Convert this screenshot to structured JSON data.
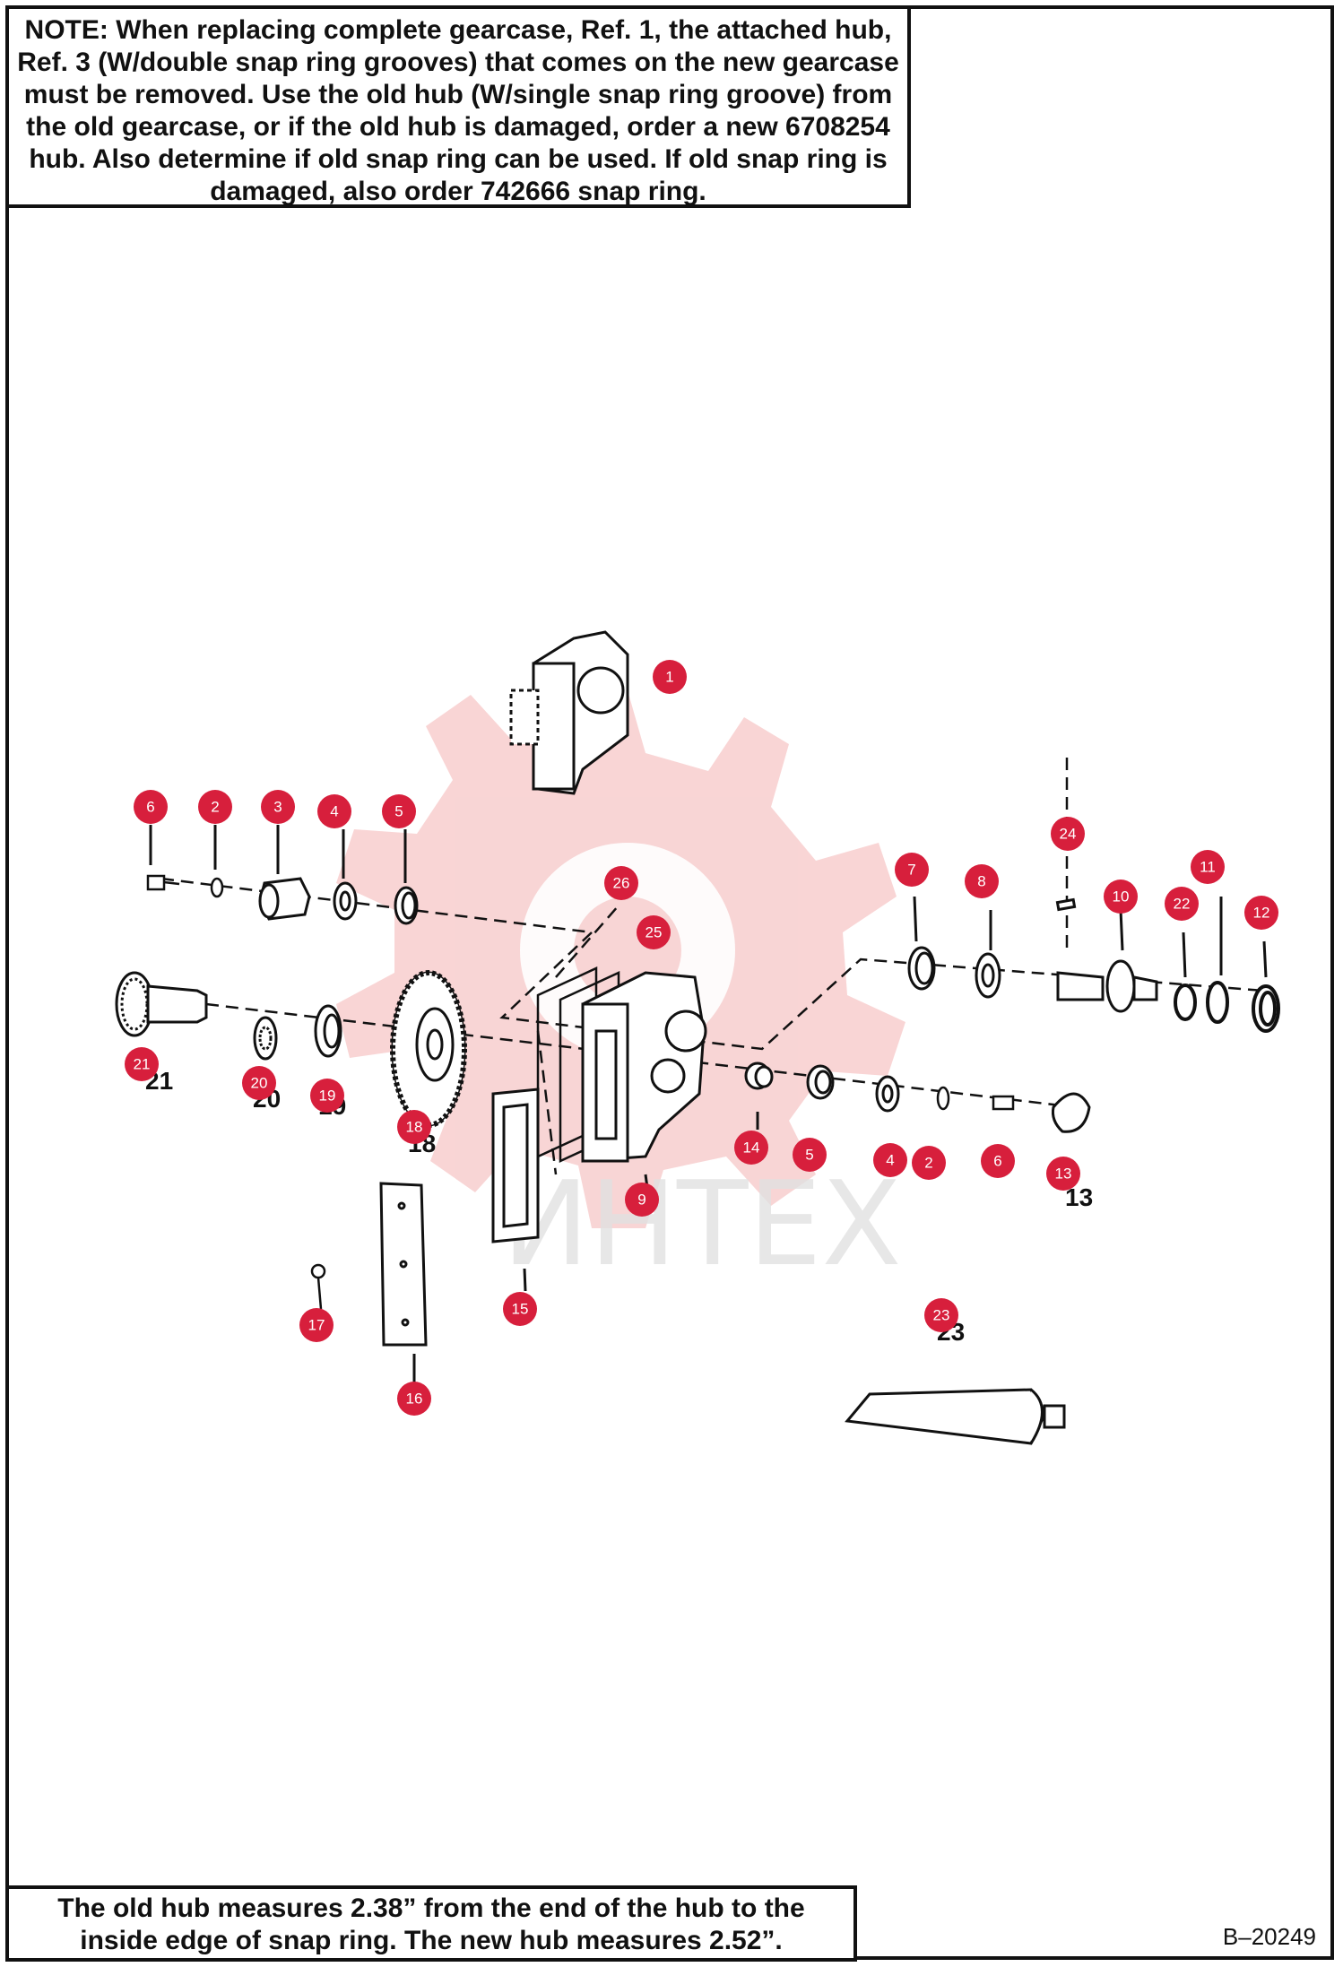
{
  "notes": {
    "top_label": "NOTE:",
    "top_text": " When replacing complete gearcase, Ref. 1, the attached hub, Ref. 3 (W/double snap ring grooves) that comes on the new gearcase must be removed. Use the old hub (W/single snap ring groove) from the old gearcase, or if the old hub is damaged, order a new 6708254 hub. Also determine if old snap ring can be used. If old snap ring is damaged, also order 742666 snap ring.",
    "bottom_text": "The old hub measures 2.38” from the end of the hub to the inside edge of snap ring. The new hub measures 2.52”."
  },
  "drawing_number": "B–20249",
  "watermark": {
    "text": "ИНТЕХ",
    "color": "#f2b9b9"
  },
  "colors": {
    "callout": "#d71f3c",
    "line": "#111111"
  },
  "part_labels": {
    "p21": "21",
    "p20": "20",
    "p19": "19",
    "p18": "18",
    "p13": "13",
    "p23": "23"
  },
  "callouts": [
    {
      "id": "c1",
      "label": "1"
    },
    {
      "id": "c6a",
      "label": "6"
    },
    {
      "id": "c2a",
      "label": "2"
    },
    {
      "id": "c3",
      "label": "3"
    },
    {
      "id": "c4a",
      "label": "4"
    },
    {
      "id": "c5a",
      "label": "5"
    },
    {
      "id": "c26",
      "label": "26"
    },
    {
      "id": "c25",
      "label": "25"
    },
    {
      "id": "c7",
      "label": "7"
    },
    {
      "id": "c8",
      "label": "8"
    },
    {
      "id": "c24",
      "label": "24"
    },
    {
      "id": "c10",
      "label": "10"
    },
    {
      "id": "c11",
      "label": "11"
    },
    {
      "id": "c22",
      "label": "22"
    },
    {
      "id": "c12",
      "label": "12"
    },
    {
      "id": "c21",
      "label": "21"
    },
    {
      "id": "c20",
      "label": "20"
    },
    {
      "id": "c19",
      "label": "19"
    },
    {
      "id": "c18",
      "label": "18"
    },
    {
      "id": "c9",
      "label": "9"
    },
    {
      "id": "c14",
      "label": "14"
    },
    {
      "id": "c5b",
      "label": "5"
    },
    {
      "id": "c4b",
      "label": "4"
    },
    {
      "id": "c2b",
      "label": "2"
    },
    {
      "id": "c6b",
      "label": "6"
    },
    {
      "id": "c13",
      "label": "13"
    },
    {
      "id": "c15",
      "label": "15"
    },
    {
      "id": "c17",
      "label": "17"
    },
    {
      "id": "c16",
      "label": "16"
    },
    {
      "id": "c23",
      "label": "23"
    }
  ]
}
